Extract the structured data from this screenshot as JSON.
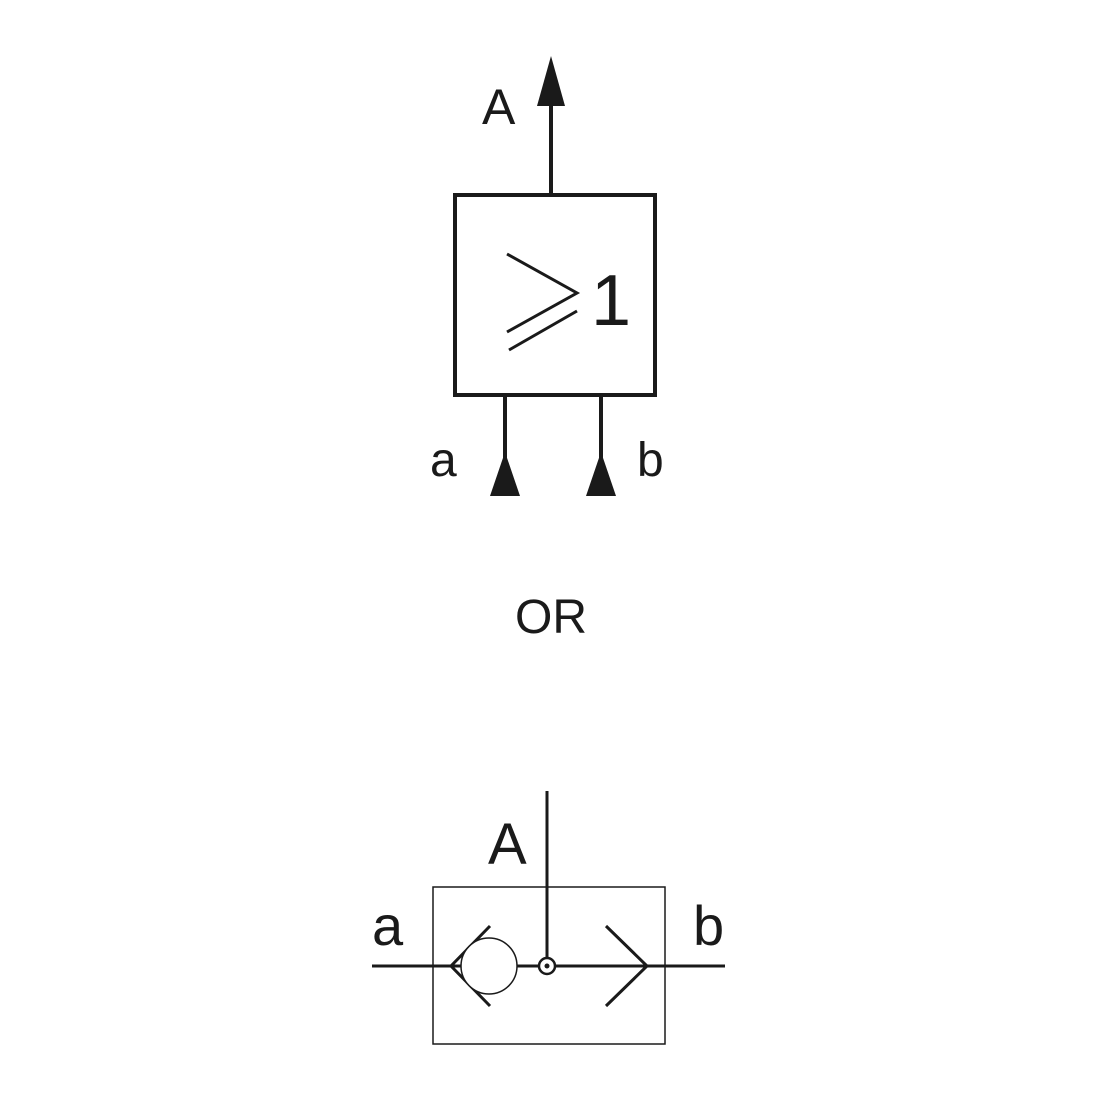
{
  "top_symbol": {
    "output_label": "A",
    "gate_label": "≥1",
    "input_a_label": "a",
    "input_b_label": "b"
  },
  "separator_text": "OR",
  "bottom_symbol": {
    "output_label": "A",
    "input_a_label": "a",
    "input_b_label": "b"
  },
  "colors": {
    "stroke": "#1a1a1a",
    "background": "#ffffff"
  }
}
